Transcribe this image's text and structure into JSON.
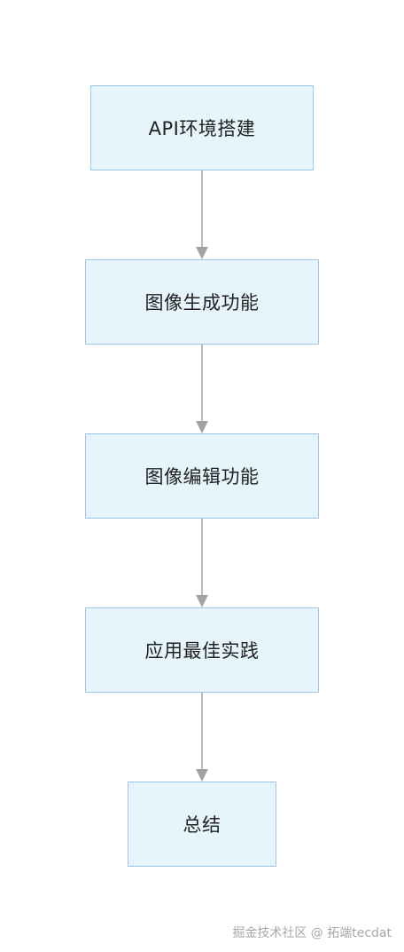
{
  "flowchart": {
    "nodes": [
      {
        "id": "n1",
        "label": "API环境搭建"
      },
      {
        "id": "n2",
        "label": "图像生成功能"
      },
      {
        "id": "n3",
        "label": "图像编辑功能"
      },
      {
        "id": "n4",
        "label": "应用最佳实践"
      },
      {
        "id": "n5",
        "label": "总结"
      }
    ],
    "edges": [
      {
        "from": "n1",
        "to": "n2"
      },
      {
        "from": "n2",
        "to": "n3"
      },
      {
        "from": "n3",
        "to": "n4"
      },
      {
        "from": "n4",
        "to": "n5"
      }
    ],
    "colors": {
      "node_fill": "#e6f4fc",
      "node_border": "#9cc6ec",
      "edge": "#a3a3a3",
      "text": "#222222"
    }
  },
  "watermark": {
    "text": "掘金技术社区 @ 拓端tecdat"
  }
}
